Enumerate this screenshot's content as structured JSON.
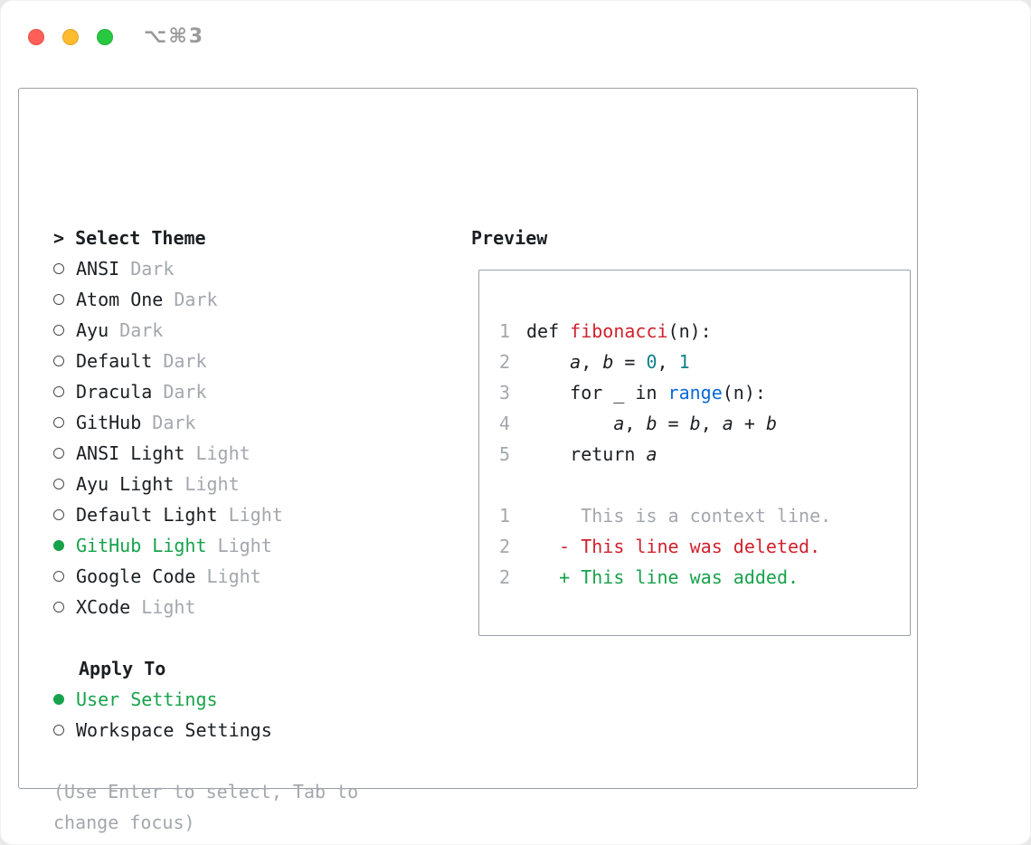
{
  "window": {
    "titlebar_shortcut": "⌥⌘3"
  },
  "theme_selector": {
    "cursor": "> ",
    "title": "Select Theme",
    "themes": [
      {
        "name": "ANSI",
        "variant": "Dark",
        "selected": false
      },
      {
        "name": "Atom One",
        "variant": "Dark",
        "selected": false
      },
      {
        "name": "Ayu",
        "variant": "Dark",
        "selected": false
      },
      {
        "name": "Default",
        "variant": "Dark",
        "selected": false
      },
      {
        "name": "Dracula",
        "variant": "Dark",
        "selected": false
      },
      {
        "name": "GitHub",
        "variant": "Dark",
        "selected": false
      },
      {
        "name": "ANSI Light",
        "variant": "Light",
        "selected": false
      },
      {
        "name": "Ayu Light",
        "variant": "Light",
        "selected": false
      },
      {
        "name": "Default Light",
        "variant": "Light",
        "selected": false
      },
      {
        "name": "GitHub Light",
        "variant": "Light",
        "selected": true
      },
      {
        "name": "Google Code",
        "variant": "Light",
        "selected": false
      },
      {
        "name": "XCode",
        "variant": "Light",
        "selected": false
      }
    ],
    "apply_to": {
      "title": "Apply To",
      "options": [
        {
          "label": "User Settings",
          "selected": true
        },
        {
          "label": "Workspace Settings",
          "selected": false
        }
      ]
    },
    "hint_lines": [
      "(Use Enter to select, Tab to",
      "change focus)"
    ]
  },
  "preview": {
    "title": "Preview",
    "lines": [
      {
        "num": "1",
        "tokens": [
          {
            "text": "def ",
            "style": "plain"
          },
          {
            "text": "fibonacci",
            "style": "func"
          },
          {
            "text": "(n):",
            "style": "plain"
          }
        ]
      },
      {
        "num": "2",
        "tokens": [
          {
            "text": "    ",
            "style": "plain"
          },
          {
            "text": "a",
            "style": "var"
          },
          {
            "text": ", ",
            "style": "plain"
          },
          {
            "text": "b",
            "style": "var"
          },
          {
            "text": " = ",
            "style": "plain"
          },
          {
            "text": "0",
            "style": "num"
          },
          {
            "text": ", ",
            "style": "plain"
          },
          {
            "text": "1",
            "style": "num"
          }
        ]
      },
      {
        "num": "3",
        "tokens": [
          {
            "text": "    for _ in ",
            "style": "plain"
          },
          {
            "text": "range",
            "style": "builtin"
          },
          {
            "text": "(n):",
            "style": "plain"
          }
        ]
      },
      {
        "num": "4",
        "tokens": [
          {
            "text": "        ",
            "style": "plain"
          },
          {
            "text": "a",
            "style": "var"
          },
          {
            "text": ", ",
            "style": "plain"
          },
          {
            "text": "b",
            "style": "var"
          },
          {
            "text": " = ",
            "style": "plain"
          },
          {
            "text": "b",
            "style": "var"
          },
          {
            "text": ", ",
            "style": "plain"
          },
          {
            "text": "a",
            "style": "var"
          },
          {
            "text": " + ",
            "style": "plain"
          },
          {
            "text": "b",
            "style": "var"
          }
        ]
      },
      {
        "num": "5",
        "tokens": [
          {
            "text": "    return ",
            "style": "plain"
          },
          {
            "text": "a",
            "style": "var"
          }
        ]
      },
      {
        "num": "",
        "tokens": []
      },
      {
        "num": "1",
        "tokens": [
          {
            "text": "     This is a context line.",
            "style": "context"
          }
        ]
      },
      {
        "num": "2",
        "tokens": [
          {
            "text": "   - This line was deleted.",
            "style": "deleted"
          }
        ]
      },
      {
        "num": "2",
        "tokens": [
          {
            "text": "   + This line was added.",
            "style": "added"
          }
        ]
      }
    ]
  },
  "colors": {
    "page-bg": "#e9e9e9",
    "window-bg": "#ffffff",
    "text": "#1b1f23",
    "muted": "#a3a7ad",
    "border": "#9aa0a6",
    "green": "#17a24b",
    "red": "#cf222e",
    "blue": "#0969da",
    "teal": "#0f7f8b",
    "traffic-red": "#ff5f57",
    "traffic-yellow": "#febc2e",
    "traffic-green": "#28c840"
  }
}
